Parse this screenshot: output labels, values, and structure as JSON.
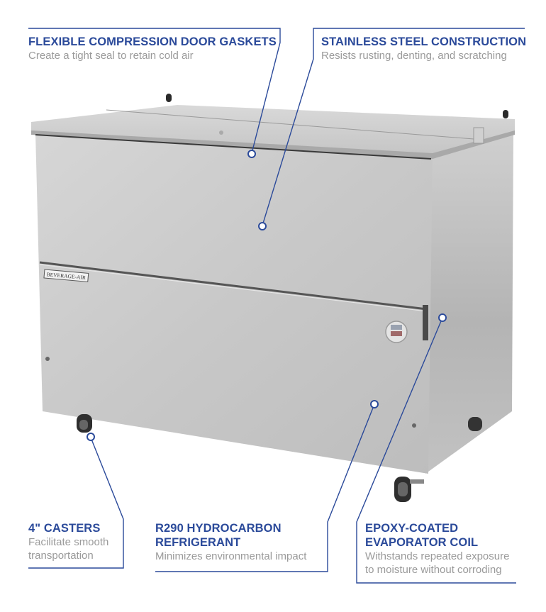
{
  "product": {
    "brand_badge": "BEVERAGE-AIR"
  },
  "callouts": [
    {
      "id": "gaskets",
      "title": "FLEXIBLE COMPRESSION DOOR GASKETS",
      "description": "Create a tight seal to retain cold air"
    },
    {
      "id": "stainless",
      "title": "STAINLESS STEEL CONSTRUCTION",
      "description": "Resists rusting, denting, and scratching"
    },
    {
      "id": "casters",
      "title_line1": "4\" CASTERS",
      "description_line1": "Facilitate smooth",
      "description_line2": "transportation"
    },
    {
      "id": "refrigerant",
      "title_line1": "R290 HYDROCARBON",
      "title_line2": "REFRIGERANT",
      "description_line1": "Minimizes environmental impact"
    },
    {
      "id": "coil",
      "title_line1": "EPOXY-COATED",
      "title_line2": "EVAPORATOR COIL",
      "description_line1": "Withstands repeated exposure",
      "description_line2": "to moisture without corroding"
    }
  ],
  "colors": {
    "accent": "#2b4a9a",
    "line": "#3a58a8",
    "description": "#9a9a9a",
    "steel": "#c9c9c9"
  }
}
